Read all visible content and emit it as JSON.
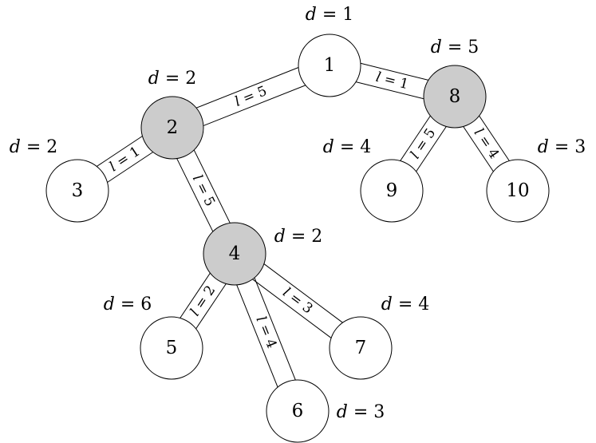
{
  "diagram": {
    "colors": {
      "highlighted_fill": "#cccccc",
      "normal_fill": "#ffffff",
      "stroke": "#000000"
    },
    "nodes": [
      {
        "id": "1",
        "label": "1",
        "highlighted": false,
        "d": "d = 1"
      },
      {
        "id": "2",
        "label": "2",
        "highlighted": true,
        "d": "d = 2"
      },
      {
        "id": "3",
        "label": "3",
        "highlighted": false,
        "d": "d = 2"
      },
      {
        "id": "4",
        "label": "4",
        "highlighted": true,
        "d": "d = 2"
      },
      {
        "id": "5",
        "label": "5",
        "highlighted": false,
        "d": "d = 6"
      },
      {
        "id": "6",
        "label": "6",
        "highlighted": false,
        "d": "d = 3"
      },
      {
        "id": "7",
        "label": "7",
        "highlighted": false,
        "d": "d = 4"
      },
      {
        "id": "8",
        "label": "8",
        "highlighted": true,
        "d": "d = 5"
      },
      {
        "id": "9",
        "label": "9",
        "highlighted": false,
        "d": "d = 4"
      },
      {
        "id": "10",
        "label": "10",
        "highlighted": false,
        "d": "d = 3"
      }
    ],
    "edges": [
      {
        "from": "1",
        "to": "2",
        "label": "l = 5"
      },
      {
        "from": "1",
        "to": "8",
        "label": "l = 1"
      },
      {
        "from": "2",
        "to": "3",
        "label": "l = 1"
      },
      {
        "from": "2",
        "to": "4",
        "label": "l = 5"
      },
      {
        "from": "4",
        "to": "5",
        "label": "l = 2"
      },
      {
        "from": "4",
        "to": "6",
        "label": "l = 4"
      },
      {
        "from": "4",
        "to": "7",
        "label": "l = 3"
      },
      {
        "from": "8",
        "to": "9",
        "label": "l = 5"
      },
      {
        "from": "8",
        "to": "10",
        "label": "l = 4"
      }
    ]
  }
}
